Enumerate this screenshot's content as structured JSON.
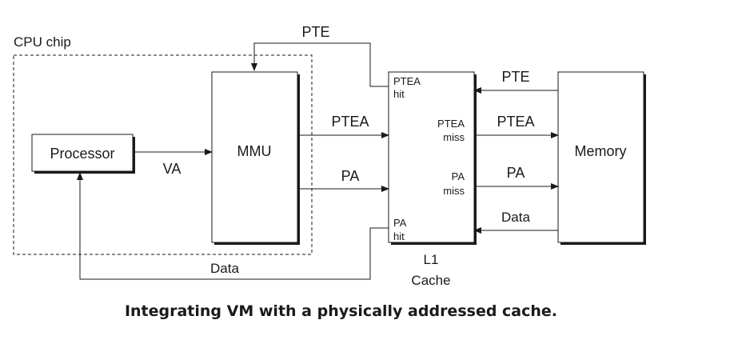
{
  "diagram": {
    "cpu_chip_label": "CPU chip",
    "processor_label": "Processor",
    "mmu_label": "MMU",
    "memory_label": "Memory",
    "cache_label_line1": "L1",
    "cache_label_line2": "Cache",
    "cache_ptea_hit_line1": "PTEA",
    "cache_ptea_hit_line2": "hit",
    "cache_ptea_miss_line1": "PTEA",
    "cache_ptea_miss_line2": "miss",
    "cache_pa_miss_line1": "PA",
    "cache_pa_miss_line2": "miss",
    "cache_pa_hit_line1": "PA",
    "cache_pa_hit_line2": "hit",
    "edge_va": "VA",
    "edge_pte_top": "PTE",
    "edge_ptea_left": "PTEA",
    "edge_pa_left": "PA",
    "edge_pte_right": "PTE",
    "edge_ptea_right": "PTEA",
    "edge_pa_right": "PA",
    "edge_data_right": "Data",
    "edge_data_bottom": "Data"
  },
  "caption": "Integrating VM with a physically addressed cache."
}
